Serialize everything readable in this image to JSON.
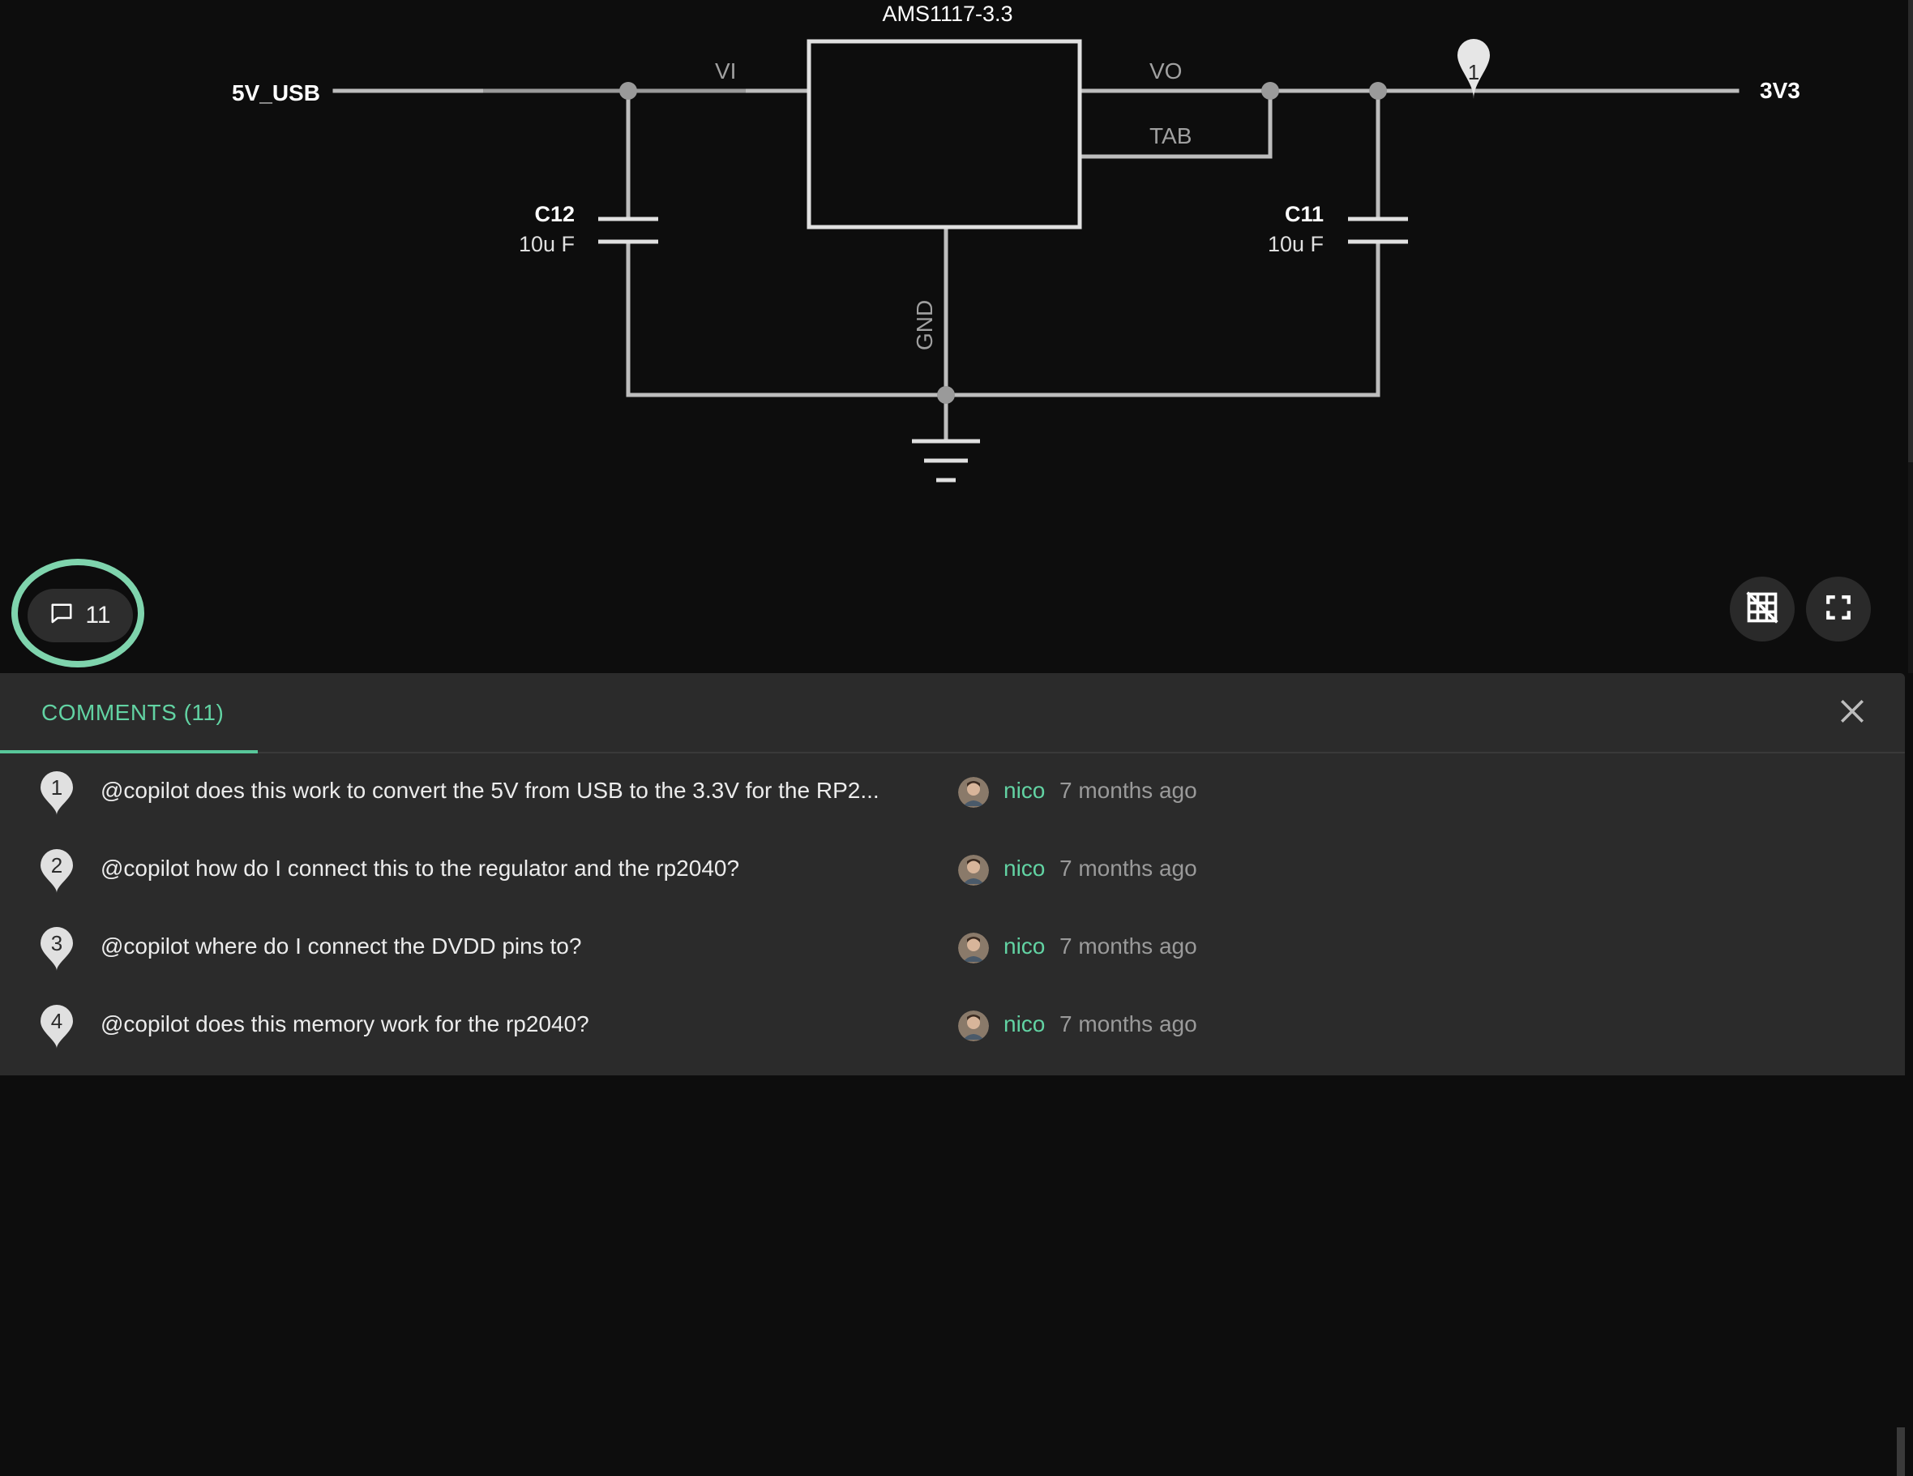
{
  "schematic": {
    "part_name": "AMS1117-3.3",
    "net_input": "5V_USB",
    "net_output": "3V3",
    "pin_vi": "VI",
    "pin_vo": "VO",
    "pin_tab": "TAB",
    "pin_gnd": "GND",
    "cap_left_ref": "C12",
    "cap_left_value": "10u F",
    "cap_right_ref": "C11",
    "cap_right_value": "10u F",
    "pin_marker_number": "1"
  },
  "toolbar": {
    "comments_count": "11",
    "grid_icon": "grid-off-icon",
    "fullscreen_icon": "fullscreen-icon"
  },
  "panel": {
    "tab_label": "COMMENTS (11)",
    "close_icon": "close-icon",
    "comments": [
      {
        "number": "1",
        "text": "@copilot does this work to convert the 5V from USB to the 3.3V for the RP2...",
        "author": "nico",
        "time": "7 months ago"
      },
      {
        "number": "2",
        "text": "@copilot how do I connect this to the regulator and the rp2040?",
        "author": "nico",
        "time": "7 months ago"
      },
      {
        "number": "3",
        "text": "@copilot where do I connect the DVDD pins to?",
        "author": "nico",
        "time": "7 months ago"
      },
      {
        "number": "4",
        "text": "@copilot does this memory work for the rp2040?",
        "author": "nico",
        "time": "7 months ago"
      }
    ]
  },
  "colors": {
    "accent": "#62d3a3",
    "highlight_ring": "#7fd4ad",
    "wire": "#bdbdbd",
    "background": "#0d0d0d",
    "panel": "#2b2b2b"
  }
}
